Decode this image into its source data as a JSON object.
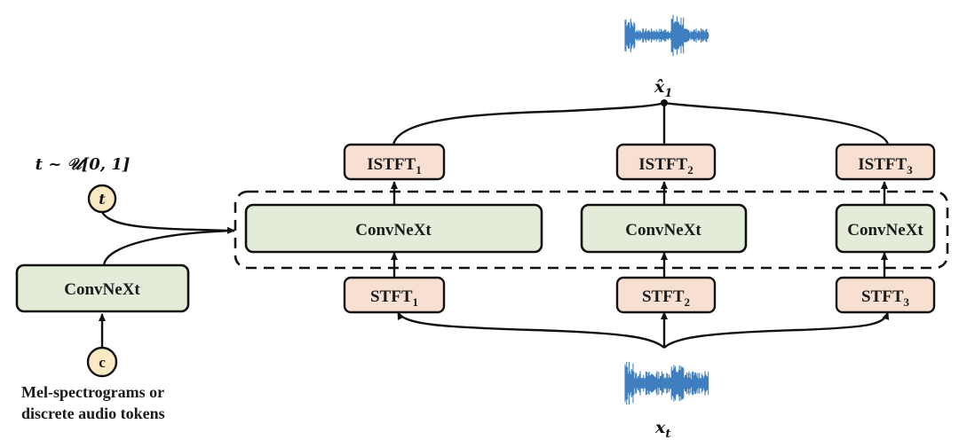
{
  "diagram": {
    "time_sampling_label": "t ~ 𝒰[0, 1]",
    "time_node": "t",
    "condition_node": "c",
    "condition_caption_line1": "Mel-spectrograms or",
    "condition_caption_line2": "discrete audio tokens",
    "encoder_block": "ConvNeXt",
    "branches": [
      {
        "stft": "STFT",
        "istft": "ISTFT",
        "index": "1",
        "backbone": "ConvNeXt"
      },
      {
        "stft": "STFT",
        "istft": "ISTFT",
        "index": "2",
        "backbone": "ConvNeXt"
      },
      {
        "stft": "STFT",
        "istft": "ISTFT",
        "index": "3",
        "backbone": "ConvNeXt"
      }
    ],
    "output_label": "x̂",
    "output_subscript": "1",
    "input_label": "x",
    "input_subscript": "t",
    "colors": {
      "convnext_fill": "#e2ecd8",
      "stft_fill": "#f7e0d2",
      "node_fill": "#fbe9c3",
      "waveform": "#3f7fc0"
    }
  }
}
